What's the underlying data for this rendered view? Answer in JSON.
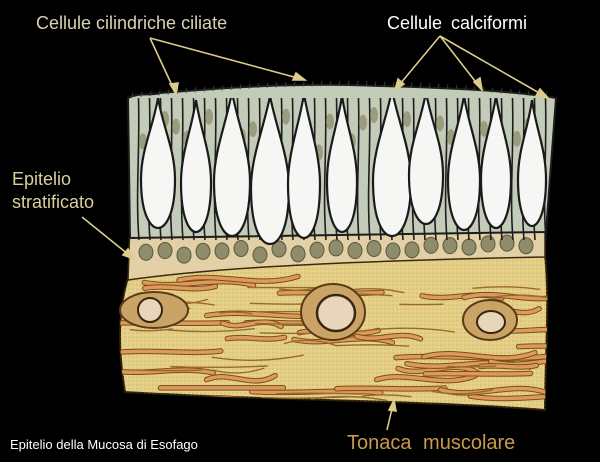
{
  "labels": {
    "ciliated_cells": "Cellule cilindriche ciliate",
    "goblet_cells": "Cellule  calciformi",
    "stratified_epithelium_line1": "Epitelio",
    "stratified_epithelium_line2": "stratificato",
    "muscular_layer": "Tonaca  muscolare",
    "caption": "Epitelio della Mucosa di Esofago"
  },
  "colors": {
    "background": "#000000",
    "ciliated_cytoplasm": "#c3cbb9",
    "goblet_cell": "#f6f6f4",
    "nucleus": "#8e8c6a",
    "stratified_layer": "#e3d0a6",
    "connective_tissue": "#e4cf86",
    "muscle_fiber": "#dd9a5a",
    "leader_line": "#dccc8c"
  }
}
